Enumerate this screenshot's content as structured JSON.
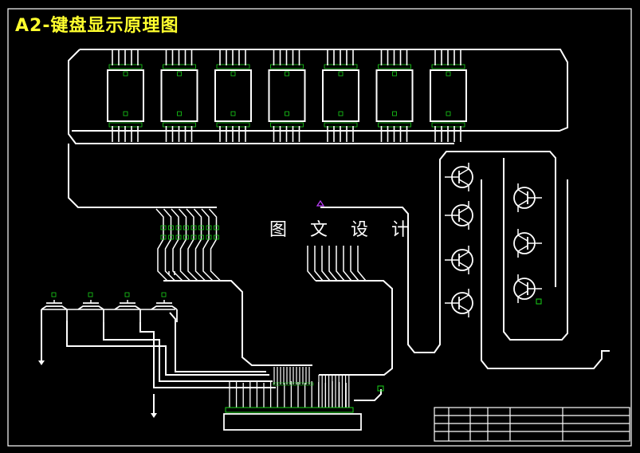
{
  "drawing": {
    "title": "A2-键盘显示原理图",
    "watermark": "图 文 设 计"
  },
  "components": {
    "display_count": 7,
    "transistor_count": 7,
    "key_count": 4
  },
  "colors": {
    "background": "#000000",
    "wire": "#ffffff",
    "title": "#ffff2e",
    "pad": "#19d419",
    "marker": "#c040ff"
  }
}
